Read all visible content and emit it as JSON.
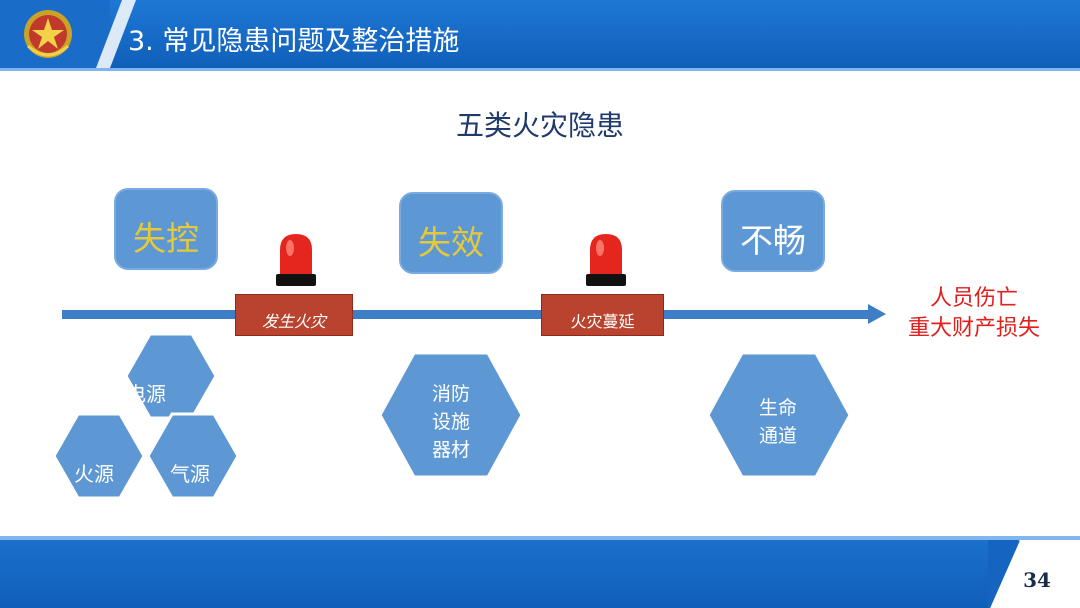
{
  "header": {
    "title": "3. 常见隐患问题及整治措施"
  },
  "heading": "五类火灾隐患",
  "boxes": {
    "shikong": "失控",
    "shixiao": "失效",
    "buchang": "不畅"
  },
  "events": {
    "fire_occurs": "发生火灾",
    "fire_spreads": "火灾蔓延"
  },
  "result": {
    "line1": "人员伤亡",
    "line2": "重大财产损失"
  },
  "hexagons": {
    "electric": "电源",
    "fire": "火源",
    "gas": "气源",
    "facility_line1": "消防",
    "facility_line2": "设施",
    "facility_line3": "器材",
    "passage_line1": "生命",
    "passage_line2": "通道"
  },
  "footer": {
    "page": "34"
  },
  "colors": {
    "header_blue": "#1565c0",
    "box_blue": "#5d97d4",
    "event_red": "#b9432f",
    "result_red": "#e0201d",
    "box_text_yellow": "#e5c93a"
  }
}
